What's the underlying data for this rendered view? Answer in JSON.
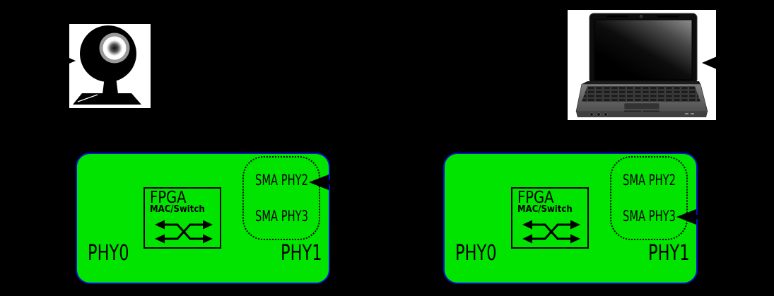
{
  "colors": {
    "background": "#000000",
    "device_panel": "#ffffff",
    "board_fill": "#00e400",
    "board_border": "#0011cc",
    "ink": "#000000"
  },
  "devices": {
    "webcam": {
      "icon": "webcam-icon"
    },
    "laptop": {
      "icon": "laptop-icon"
    }
  },
  "boards": [
    {
      "id": "board-1",
      "phy0_label": "PHY0",
      "phy1_label": "PHY1",
      "fpga_label": "FPGA",
      "fpga_sub_label": "MAC/Switch",
      "sma_phy2_label": "SMA PHY2",
      "sma_phy3_label": "SMA PHY3",
      "arrow_target": "SMA PHY2"
    },
    {
      "id": "board-2",
      "phy0_label": "PHY0",
      "phy1_label": "PHY1",
      "fpga_label": "FPGA",
      "fpga_sub_label": "MAC/Switch",
      "sma_phy2_label": "SMA PHY2",
      "sma_phy3_label": "SMA PHY3",
      "arrow_target": "SMA PHY3"
    }
  ]
}
